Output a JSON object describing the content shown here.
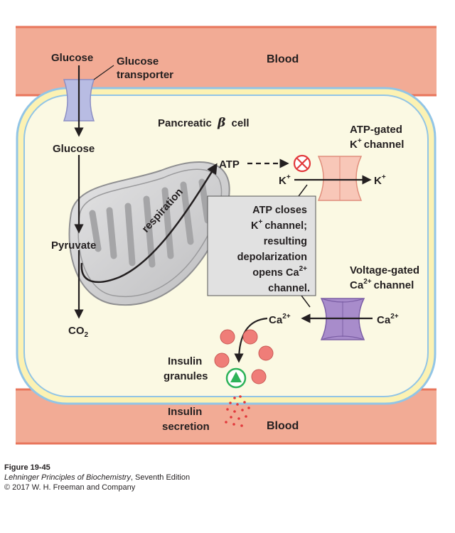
{
  "colors": {
    "blood": "#f2ab95",
    "blood_edge": "#e8765c",
    "cell": "#fbf9e3",
    "membrane_outer": "#92c5e6",
    "membrane_mid": "#fcf2b3",
    "mito": "#cfcfd0",
    "channel_k": "#f8c7b8",
    "channel_ca": "#a88ccb",
    "transporter": "#b8bce3",
    "granule": "#ef7d78",
    "green": "#2eb35a",
    "inhibit_red": "#e2383b",
    "box": "#e1e1e1"
  },
  "labels": {
    "blood_top": "Blood",
    "blood_bottom": "Blood",
    "glucose_outside": "Glucose",
    "glucose_transporter_1": "Glucose",
    "glucose_transporter_2": "transporter",
    "cell_title": "Pancreatic",
    "cell_title_beta": "β",
    "cell_title_end": "cell",
    "glucose_inside": "Glucose",
    "pyruvate": "Pyruvate",
    "co2": "CO",
    "co2_sub": "2",
    "respiration": "respiration",
    "atp": "ATP",
    "k_inside": "K",
    "k_outside": "K",
    "k_sup": "+",
    "atp_channel_1": "ATP-gated",
    "atp_channel_2": "K",
    "atp_channel_2_sup": "+",
    "atp_channel_2_end": "channel",
    "box_line1": "ATP closes",
    "box_line2": "K",
    "box_line2_sup": "+",
    "box_line2_end": "channel;",
    "box_line3": "resulting",
    "box_line4": "depolarization",
    "box_line5": "opens Ca",
    "box_line5_sup": "2+",
    "box_line6": "channel.",
    "vg_channel_1": "Voltage-gated",
    "vg_channel_2": "Ca",
    "vg_channel_2_sup": "2+",
    "vg_channel_2_end": "channel",
    "ca_inside": "Ca",
    "ca_outside": "Ca",
    "ca_sup": "2+",
    "insulin_granules_1": "Insulin",
    "insulin_granules_2": "granules",
    "insulin_secretion_1": "Insulin",
    "insulin_secretion_2": "secretion"
  },
  "caption": {
    "figure_number": "Figure 19-45",
    "book_title": "Lehninger Principles of Biochemistry",
    "edition": ", Seventh Edition",
    "copyright": "© 2017 W. H. Freeman and Company"
  }
}
